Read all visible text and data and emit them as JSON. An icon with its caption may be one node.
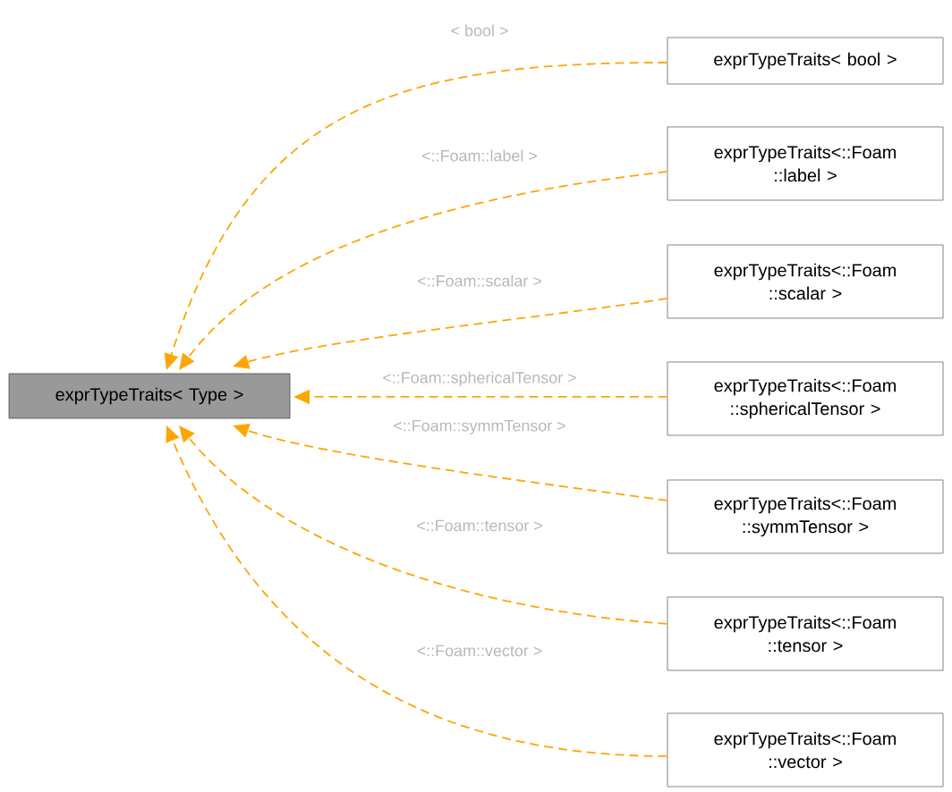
{
  "diagram": {
    "nodes": [
      {
        "text": [
          "exprTypeTraits< Type >"
        ]
      },
      {
        "text": [
          "exprTypeTraits< bool >"
        ]
      },
      {
        "text": [
          "exprTypeTraits<::Foam ::label >"
        ]
      },
      {
        "text": [
          "exprTypeTraits<::Foam ::scalar >"
        ]
      },
      {
        "text": [
          "exprTypeTraits<::Foam ::sphericalTensor >"
        ]
      },
      {
        "text": [
          "exprTypeTraits<::Foam ::symmTensor >"
        ]
      },
      {
        "text": [
          "exprTypeTraits<::Foam ::tensor >"
        ]
      },
      {
        "text": [
          "exprTypeTraits<::Foam ::vector >"
        ]
      }
    ],
    "edges": [
      {
        "from": 1,
        "to": 0,
        "arrow": "to",
        "label": "< bool >",
        "style": "dashed"
      },
      {
        "from": 2,
        "to": 0,
        "arrow": "to",
        "label": "<::Foam::label >",
        "style": "dashed"
      },
      {
        "from": 3,
        "to": 0,
        "arrow": "to",
        "label": "<::Foam::scalar >",
        "style": "dashed"
      },
      {
        "from": 4,
        "to": 0,
        "arrow": "to",
        "label": "<::Foam::sphericalTensor >",
        "style": "dashed"
      },
      {
        "from": 5,
        "to": 0,
        "arrow": "to",
        "label": "<::Foam::symmTensor >",
        "style": "dashed"
      },
      {
        "from": 6,
        "to": 0,
        "arrow": "to",
        "label": "<::Foam::tensor >",
        "style": "dashed"
      },
      {
        "from": 7,
        "to": 0,
        "arrow": "to",
        "label": "<::Foam::vector >",
        "style": "dashed"
      }
    ]
  }
}
